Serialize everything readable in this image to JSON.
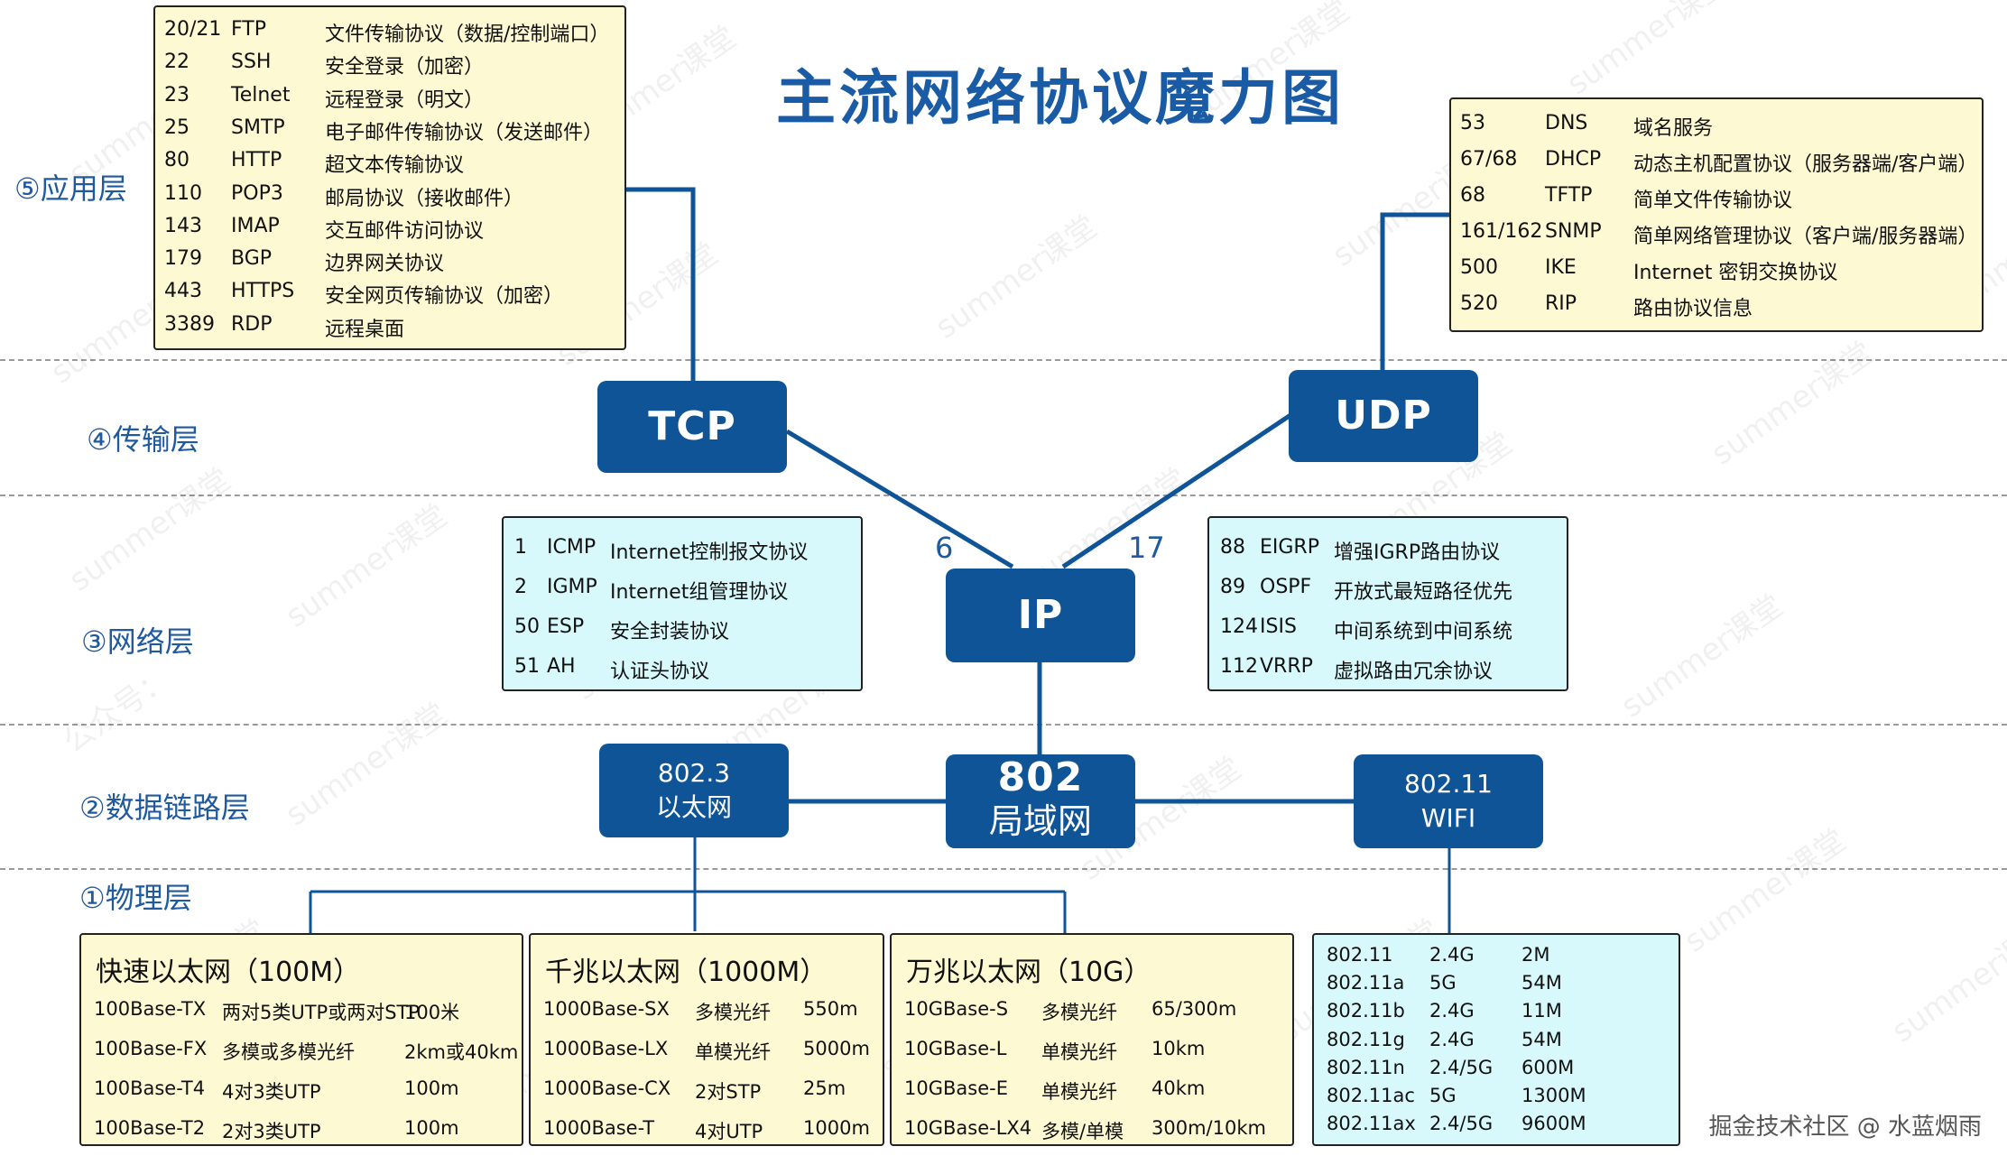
{
  "title": "主流网络协议魔力图",
  "layers": {
    "application": "⑤应用层",
    "transport": "④传输层",
    "network": "③网络层",
    "datalink": "②数据链路层",
    "physical": "①物理层"
  },
  "nodes": {
    "tcp": "TCP",
    "udp": "UDP",
    "ip": "IP",
    "lan": {
      "main": "802",
      "sub": "局域网"
    },
    "ethernet": {
      "main": "802.3",
      "sub": "以太网"
    },
    "wifi": {
      "main": "802.11",
      "sub": "WIFI"
    }
  },
  "proto_numbers": {
    "tcp": "6",
    "udp": "17"
  },
  "tcp_ports": [
    {
      "port": "20/21",
      "name": "FTP",
      "desc": "文件传输协议（数据/控制端口）"
    },
    {
      "port": "22",
      "name": "SSH",
      "desc": "安全登录（加密）"
    },
    {
      "port": "23",
      "name": "Telnet",
      "desc": "远程登录（明文）"
    },
    {
      "port": "25",
      "name": "SMTP",
      "desc": "电子邮件传输协议（发送邮件）"
    },
    {
      "port": "80",
      "name": "HTTP",
      "desc": "超文本传输协议"
    },
    {
      "port": "110",
      "name": "POP3",
      "desc": "邮局协议（接收邮件）"
    },
    {
      "port": "143",
      "name": "IMAP",
      "desc": "交互邮件访问协议"
    },
    {
      "port": "179",
      "name": "BGP",
      "desc": "边界网关协议"
    },
    {
      "port": "443",
      "name": "HTTPS",
      "desc": "安全网页传输协议（加密）"
    },
    {
      "port": "3389",
      "name": "RDP",
      "desc": "远程桌面"
    }
  ],
  "udp_ports": [
    {
      "port": "53",
      "name": "DNS",
      "desc": "域名服务"
    },
    {
      "port": "67/68",
      "name": "DHCP",
      "desc": "动态主机配置协议（服务器端/客户端）"
    },
    {
      "port": "68",
      "name": "TFTP",
      "desc": "简单文件传输协议"
    },
    {
      "port": "161/162",
      "name": "SNMP",
      "desc": "简单网络管理协议（客户端/服务器端）"
    },
    {
      "port": "500",
      "name": "IKE",
      "desc": "Internet 密钥交换协议"
    },
    {
      "port": "520",
      "name": "RIP",
      "desc": "路由协议信息"
    }
  ],
  "ip_left": [
    {
      "num": "1",
      "name": "ICMP",
      "desc": "Internet控制报文协议"
    },
    {
      "num": "2",
      "name": "IGMP",
      "desc": "Internet组管理协议"
    },
    {
      "num": "50",
      "name": "ESP",
      "desc": "安全封装协议"
    },
    {
      "num": "51",
      "name": "AH",
      "desc": "认证头协议"
    }
  ],
  "ip_right": [
    {
      "num": "88",
      "name": "EIGRP",
      "desc": "增强IGRP路由协议"
    },
    {
      "num": "89",
      "name": "OSPF",
      "desc": "开放式最短路径优先"
    },
    {
      "num": "124",
      "name": "ISIS",
      "desc": "中间系统到中间系统"
    },
    {
      "num": "112",
      "name": "VRRP",
      "desc": "虚拟路由冗余协议"
    }
  ],
  "fast_eth": {
    "title": "快速以太网（100M）",
    "rows": [
      {
        "std": "100Base-TX",
        "media": "两对5类UTP或两对STP",
        "dist": "100米"
      },
      {
        "std": "100Base-FX",
        "media": "多模或多模光纤",
        "dist": "2km或40km"
      },
      {
        "std": "100Base-T4",
        "media": "4对3类UTP",
        "dist": "100m"
      },
      {
        "std": "100Base-T2",
        "media": "2对3类UTP",
        "dist": "100m"
      }
    ]
  },
  "gig_eth": {
    "title": "千兆以太网（1000M）",
    "rows": [
      {
        "std": "1000Base-SX",
        "media": "多模光纤",
        "dist": "550m"
      },
      {
        "std": "1000Base-LX",
        "media": "单模光纤",
        "dist": "5000m"
      },
      {
        "std": "1000Base-CX",
        "media": "2对STP",
        "dist": "25m"
      },
      {
        "std": "1000Base-T",
        "media": "4对UTP",
        "dist": "1000m"
      }
    ]
  },
  "tengig_eth": {
    "title": "万兆以太网（10G）",
    "rows": [
      {
        "std": "10GBase-S",
        "media": "多模光纤",
        "dist": "65/300m"
      },
      {
        "std": "10GBase-L",
        "media": "单模光纤",
        "dist": "10km"
      },
      {
        "std": "10GBase-E",
        "media": "单模光纤",
        "dist": "40km"
      },
      {
        "std": "10GBase-LX4",
        "media": "多模/单模",
        "dist": "300m/10km"
      }
    ]
  },
  "wifi_table": [
    {
      "std": "802.11",
      "freq": "2.4G",
      "rate": "2M"
    },
    {
      "std": "802.11a",
      "freq": "5G",
      "rate": "54M"
    },
    {
      "std": "802.11b",
      "freq": "2.4G",
      "rate": "11M"
    },
    {
      "std": "802.11g",
      "freq": "2.4G",
      "rate": "54M"
    },
    {
      "std": "802.11n",
      "freq": "2.4/5G",
      "rate": "600M"
    },
    {
      "std": "802.11ac",
      "freq": "5G",
      "rate": "1300M"
    },
    {
      "std": "802.11ax",
      "freq": "2.4/5G",
      "rate": "9600M"
    }
  ],
  "watermark": "summer课堂",
  "watermark_side": "公众号：",
  "footer": "掘金技术社区 @ 水蓝烟雨",
  "colors": {
    "node": "#0e5497",
    "line": "#0e5497",
    "cream": "#fdf9d2",
    "cyan": "#d8f9fb",
    "layer_text": "#1f5a9e"
  }
}
